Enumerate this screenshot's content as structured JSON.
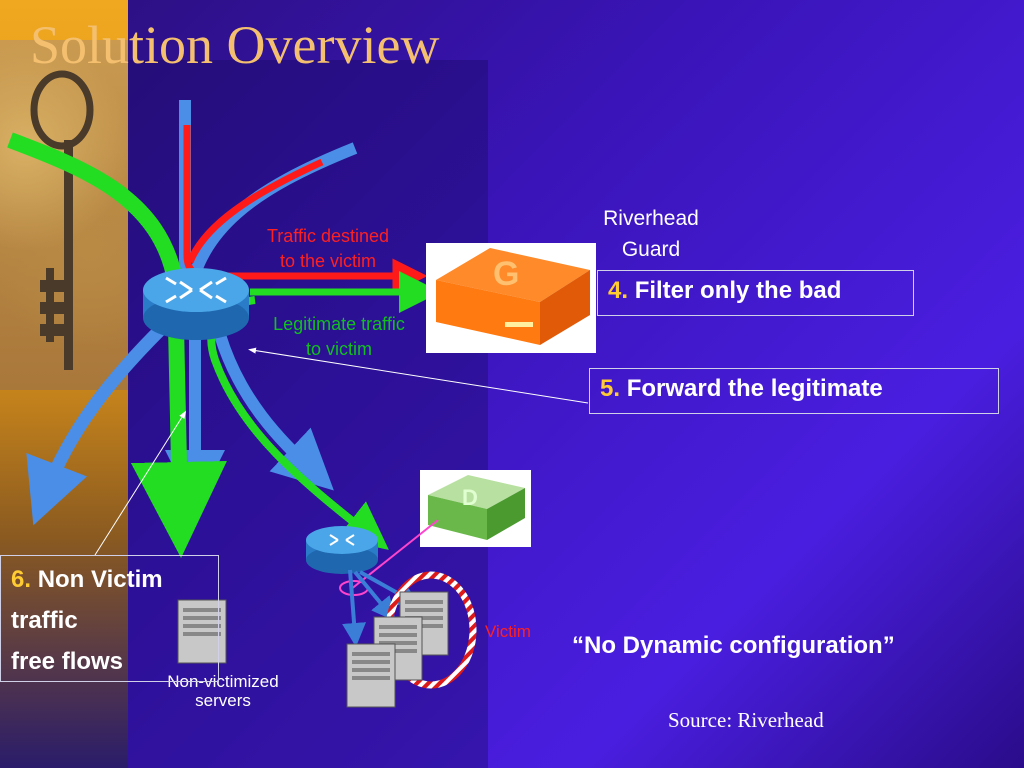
{
  "title": "Solution Overview",
  "labels": {
    "riverhead_guard": [
      "Riverhead",
      "Guard"
    ],
    "traffic_destined": [
      "Traffic destined",
      "to the victim"
    ],
    "legitimate_traffic": [
      "Legitimate traffic",
      "to victim"
    ],
    "victim": "Victim",
    "non_victimized": [
      "Non-victimized",
      "servers"
    ]
  },
  "steps": [
    {
      "num": "4.",
      "text": "Filter only the bad"
    },
    {
      "num": "5.",
      "text": "Forward the legitimate"
    },
    {
      "num": "6.",
      "lines": [
        "Non Victim",
        "traffic",
        "free flows"
      ]
    }
  ],
  "quote": "“No Dynamic configuration”",
  "source": "Source: Riverhead",
  "icons": {
    "guard": "G",
    "detector": "D"
  },
  "colors": {
    "title": "#f4c070",
    "red_label": "#ff2020",
    "green_label": "#10c020",
    "step_number": "#ffcc33",
    "green_flow": "#22dd22",
    "red_flow": "#ff1a1a",
    "blue_flow": "#4a8ee8"
  }
}
